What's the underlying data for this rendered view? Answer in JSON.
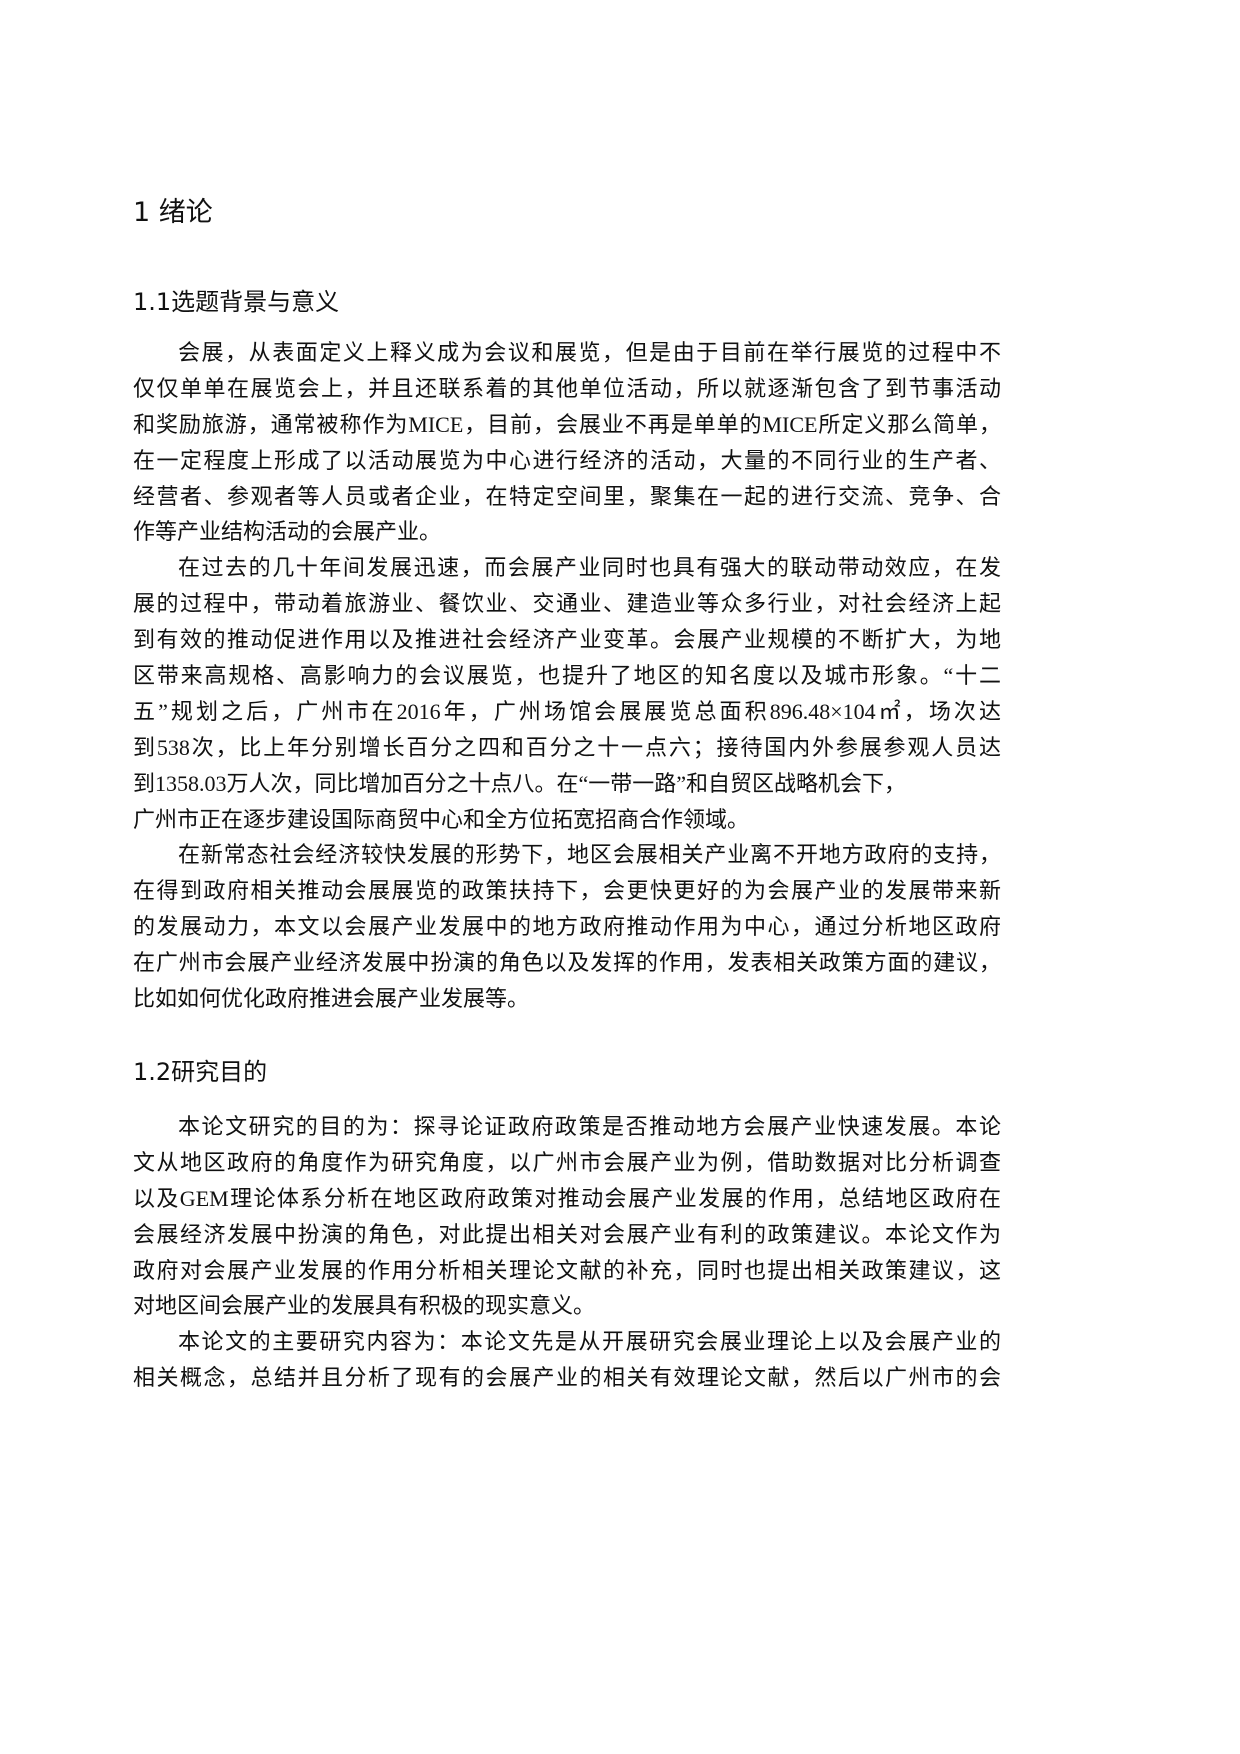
{
  "heading_1": "1 绪论",
  "sections": [
    {
      "title": "1.1选题背景与意义",
      "paragraphs": [
        [
          "会展，从表面定义上释义成为会议和展览，但是由于目前在举行展览的过程中不",
          "仅仅单单在展览会上，并且还联系着的其他单位活动，所以就逐渐包含了到节事活动",
          "和奖励旅游，通常被称作为MICE，目前，会展业不再是单单的MICE所定义那么简单，",
          "在一定程度上形成了以活动展览为中心进行经济的活动，大量的不同行业的生产者、",
          "经营者、参观者等人员或者企业，在特定空间里，聚集在一起的进行交流、竞争、合",
          "作等产业结构活动的会展产业。"
        ],
        [
          "在过去的几十年间发展迅速，而会展产业同时也具有强大的联动带动效应，在发",
          "展的过程中，带动着旅游业、餐饮业、交通业、建造业等众多行业，对社会经济上起",
          "到有效的推动促进作用以及推进社会经济产业变革。会展产业规模的不断扩大，为地",
          "区带来高规格、高影响力的会议展览，也提升了地区的知名度以及城市形象。“十二",
          "五”规划之后，广州市在2016年，广州场馆会展展览总面积896.48×104㎡，场次达",
          "到538次，比上年分别增长百分之四和百分之十一点六；接待国内外参展参观人员达",
          "到1358.03万人次，同比增加百分之十点八。在“一带一路”和自贸区战略机会下，",
          "广州市正在逐步建设国际商贸中心和全方位拓宽招商合作领域。"
        ],
        [
          "在新常态社会经济较快发展的形势下，地区会展相关产业离不开地方政府的支持，",
          "在得到政府相关推动会展展览的政策扶持下，会更快更好的为会展产业的发展带来新",
          "的发展动力，本文以会展产业发展中的地方政府推动作用为中心，通过分析地区政府",
          "在广州市会展产业经济发展中扮演的角色以及发挥的作用，发表相关政策方面的建议，",
          "比如如何优化政府推进会展产业发展等。"
        ]
      ]
    },
    {
      "title": "1.2研究目的",
      "paragraphs": [
        [
          "本论文研究的目的为：探寻论证政府政策是否推动地方会展产业快速发展。本论",
          "文从地区政府的角度作为研究角度，以广州市会展产业为例，借助数据对比分析调查",
          "以及GEM理论体系分析在地区政府政策对推动会展产业发展的作用，总结地区政府在",
          "会展经济发展中扮演的角色，对此提出相关对会展产业有利的政策建议。本论文作为",
          "政府对会展产业发展的作用分析相关理论文献的补充，同时也提出相关政策建议，这",
          "对地区间会展产业的发展具有积极的现实意义。"
        ],
        [
          "本论文的主要研究内容为：本论文先是从开展研究会展业理论上以及会展产业的",
          "相关概念，总结并且分析了现有的会展产业的相关有效理论文献，然后以广州市的会"
        ]
      ]
    }
  ]
}
